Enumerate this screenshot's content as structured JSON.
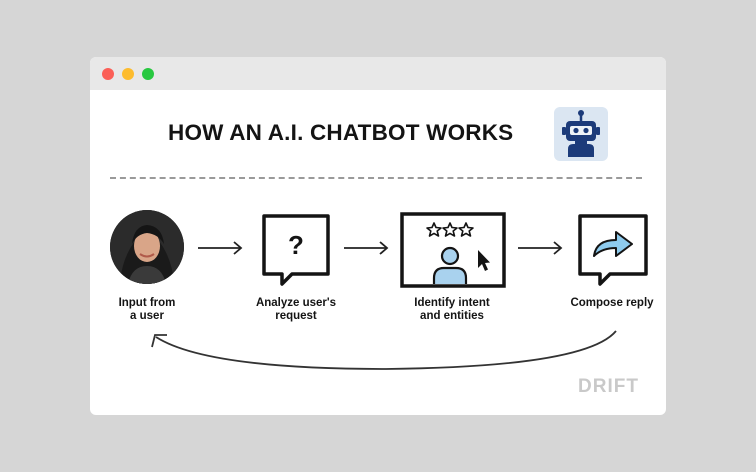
{
  "window": {
    "buttons": [
      "close",
      "minimize",
      "maximize"
    ]
  },
  "title": "HOW AN A.I. CHATBOT WORKS",
  "steps": [
    {
      "label_line1": "Input from",
      "label_line2": "a user",
      "icon": "user-photo"
    },
    {
      "label_line1": "Analyze user's",
      "label_line2": "request",
      "icon": "question-bubble-icon"
    },
    {
      "label_line1": "Identify intent",
      "label_line2": "and entities",
      "icon": "screen-person-stars-icon"
    },
    {
      "label_line1": "Compose reply",
      "label_line2": "",
      "icon": "reply-arrow-bubble-icon"
    }
  ],
  "brand": "DRIFT",
  "colors": {
    "robot_bg": "#dbe6f2",
    "robot_blue": "#1c3b7a",
    "reply_arrow": "#8ecbee",
    "person_fill": "#a9d2ee"
  }
}
